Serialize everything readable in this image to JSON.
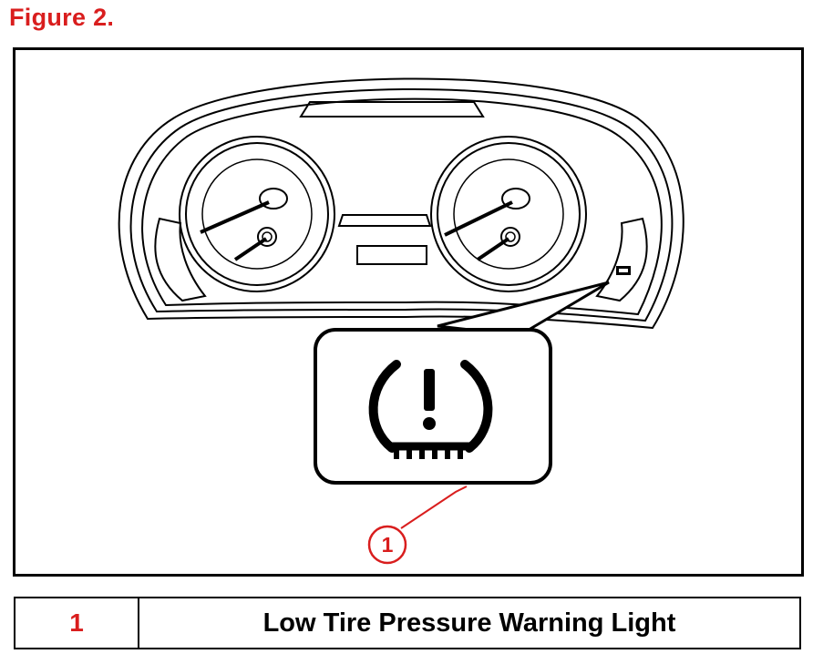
{
  "figure": {
    "title": "Figure 2.",
    "title_color": "#d91e1e",
    "callout_color": "#d91e1e",
    "callout_number": "1"
  },
  "legend": {
    "rows": [
      {
        "number": "1",
        "label": "Low Tire Pressure Warning Light"
      }
    ]
  },
  "icons": {
    "warning": "tire-pressure-warning-icon"
  }
}
